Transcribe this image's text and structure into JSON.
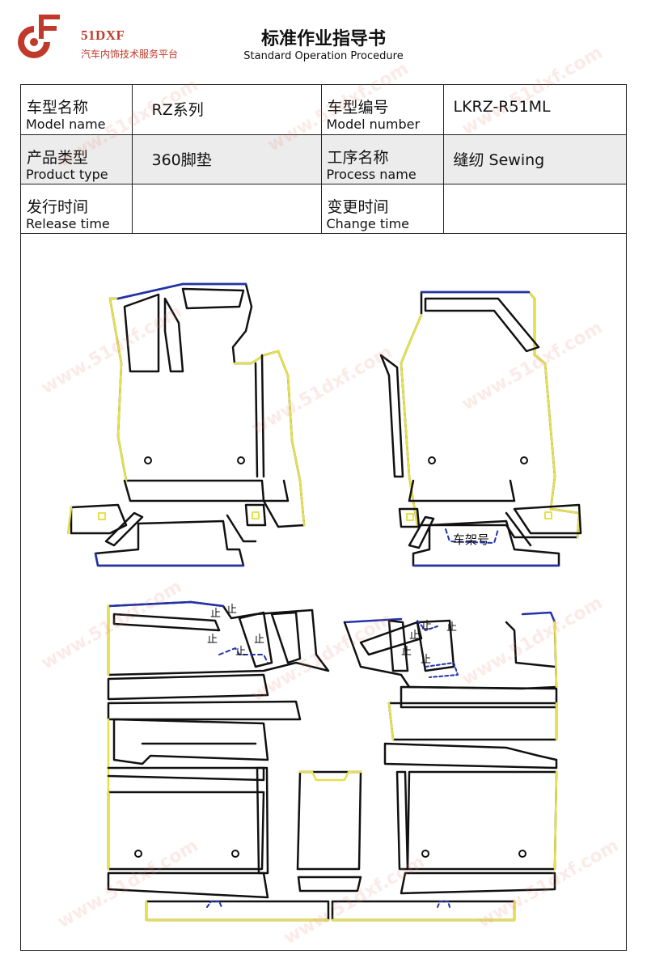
{
  "logo": {
    "name": "51DXF",
    "subtitle": "汽车内饰技术服务平台",
    "color": "#c0392b"
  },
  "document": {
    "title": "标准作业指导书",
    "subtitle": "Standard Operation Procedure"
  },
  "info_rows": [
    {
      "label1_cn": "车型名称",
      "label1_en": "Model name",
      "value1": "RZ系列",
      "label2_cn": "车型编号",
      "label2_en": "Model number",
      "value2": "LKRZ-R51ML"
    },
    {
      "label1_cn": "产品类型",
      "label1_en": "Product type",
      "value1": "360脚垫",
      "label2_cn": "工序名称",
      "label2_en": "Process name",
      "value2": "缝纫 Sewing"
    },
    {
      "label1_cn": "发行时间",
      "label1_en": "Release time",
      "value1": "",
      "label2_cn": "变更时间",
      "label2_en": "Change time",
      "value2": ""
    }
  ],
  "diagram": {
    "frame_label": "车架号",
    "stop_marks": [
      "止",
      "止",
      "止",
      "止",
      "止",
      "止",
      "止",
      "止",
      "止",
      "止"
    ],
    "colors": {
      "outline": "#111111",
      "sew_yellow": "#e6e04a",
      "sew_blue": "#2233aa"
    }
  },
  "watermark": "www.51dxf.com"
}
